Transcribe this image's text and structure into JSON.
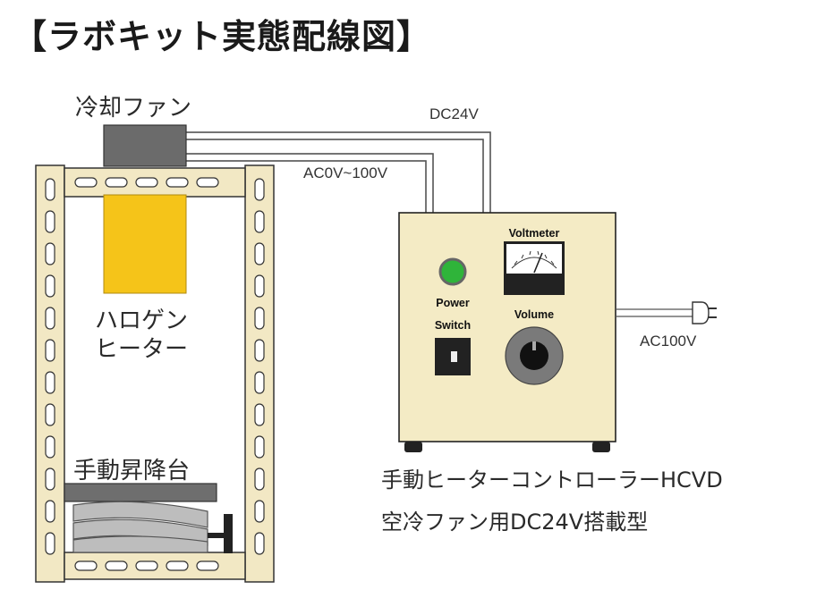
{
  "title": "【ラボキット実態配線図】",
  "labels": {
    "fan": "冷却ファン",
    "heater_line1": "ハロゲン",
    "heater_line2": "ヒーター",
    "lift": "手動昇降台",
    "dc": "DC24V",
    "ac_range": "AC0V~100V",
    "ac_in": "AC100V",
    "controller_line1": "手動ヒーターコントローラーHCVD",
    "controller_line2": "空冷ファン用DC24V搭載型"
  },
  "controller_panel": {
    "voltmeter": "Voltmeter",
    "power_line1": "Power",
    "power_line2": "Switch",
    "volume": "Volume"
  },
  "colors": {
    "frame": "#f2e8c4",
    "controller_body": "#f4ebc5",
    "heater": "#f5c419",
    "fan": "#6b6b6b",
    "led": "#2fb43a",
    "outline": "#222222"
  },
  "icons": [
    "power-plug-icon",
    "knob-icon",
    "meter-icon",
    "led-icon",
    "toggle-switch-icon"
  ]
}
